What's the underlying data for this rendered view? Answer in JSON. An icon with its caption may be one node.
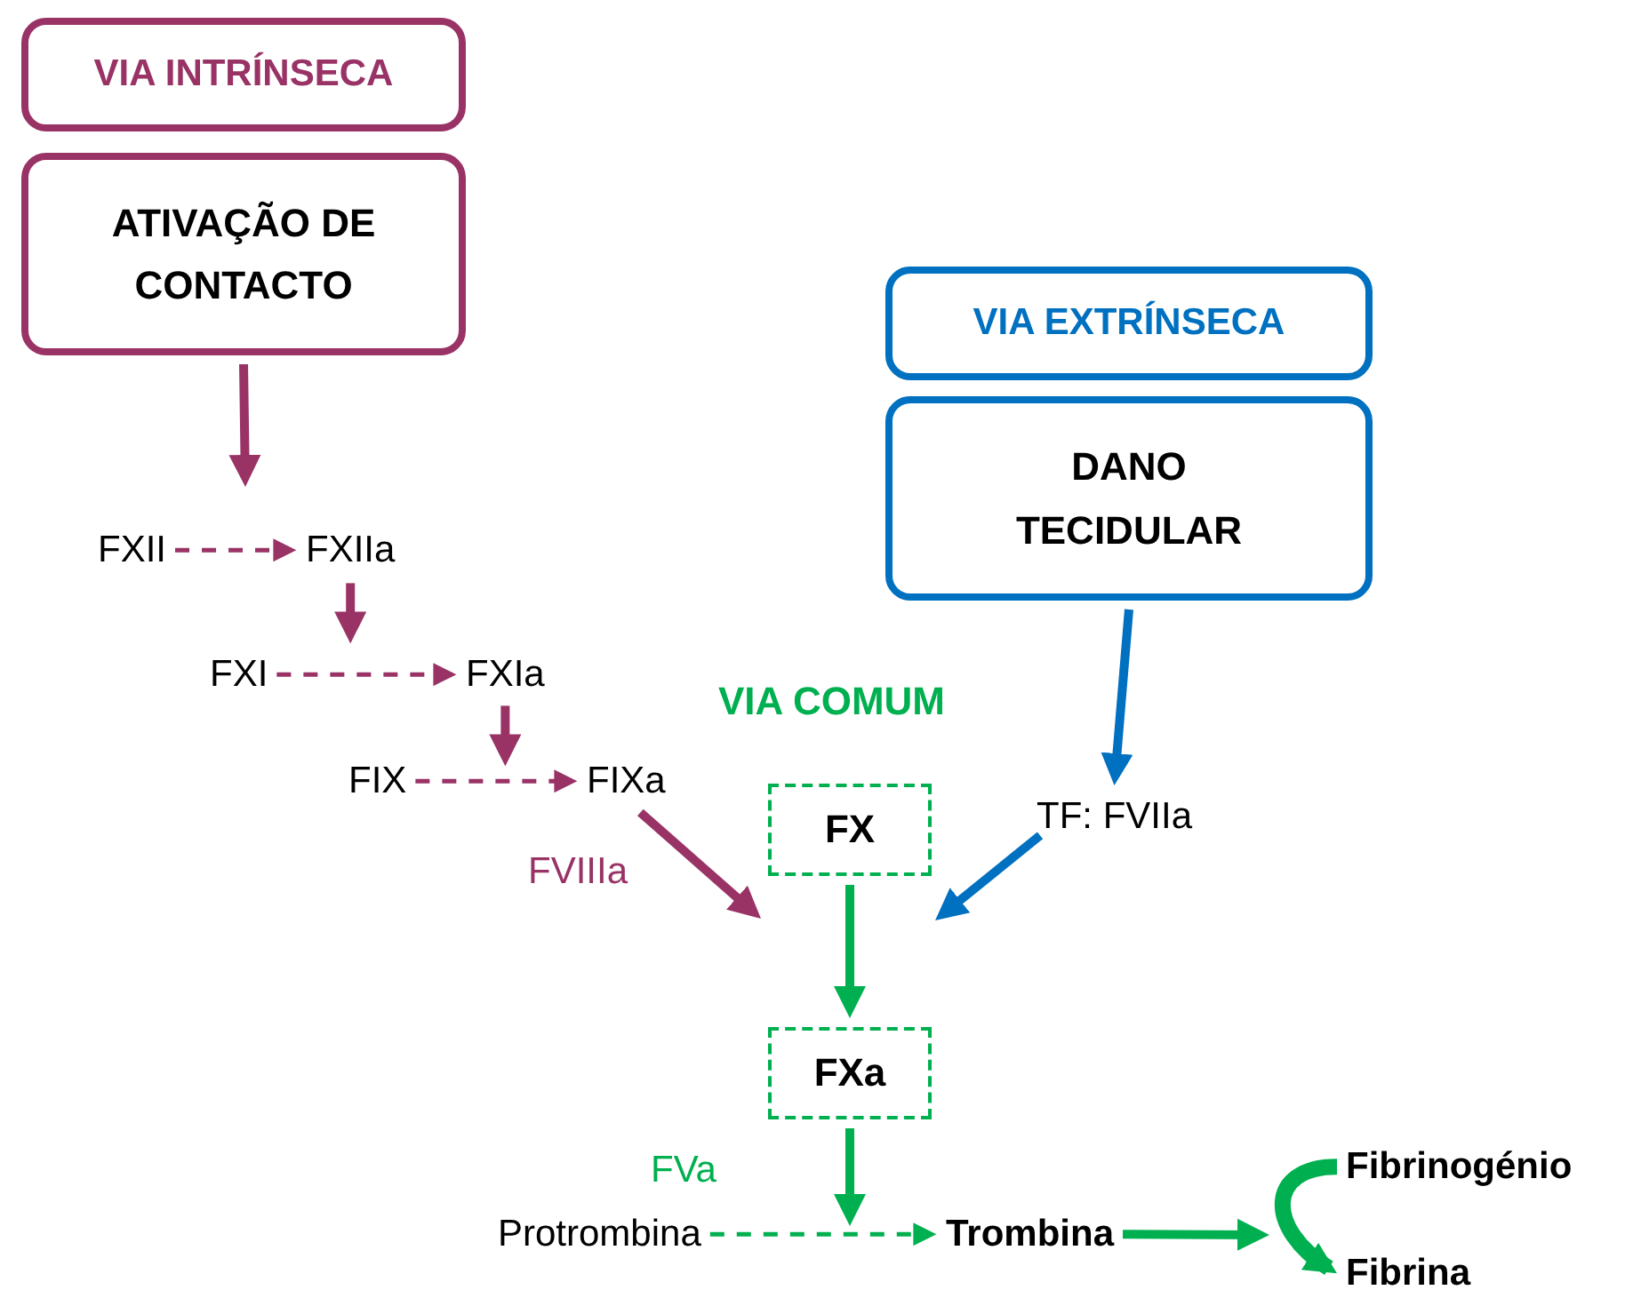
{
  "diagram": {
    "nodes": [
      {
        "text": [
          "VIA INTRÍNSECA"
        ]
      },
      {
        "text": [
          "ATIVAÇÃO DE CONTACTO"
        ]
      },
      {
        "text": [
          "FXII"
        ]
      },
      {
        "text": [
          "FXIIa"
        ]
      },
      {
        "text": [
          "FXI"
        ]
      },
      {
        "text": [
          "FXIa"
        ]
      },
      {
        "text": [
          "FIX"
        ]
      },
      {
        "text": [
          "FIXa"
        ]
      },
      {
        "text": [
          "VIA EXTRÍNSECA"
        ]
      },
      {
        "text": [
          "DANO TECIDULAR"
        ]
      },
      {
        "text": [
          "TF: FVIIa"
        ]
      },
      {
        "text": [
          "FX"
        ]
      },
      {
        "text": [
          "FXa"
        ]
      },
      {
        "text": [
          "Protrombina"
        ]
      },
      {
        "text": [
          "Trombina"
        ]
      },
      {
        "text": [
          "Fibrinogénio"
        ]
      },
      {
        "text": [
          "Fibrina"
        ]
      }
    ],
    "edges": [
      {
        "from": 1,
        "to": null,
        "arrow": "to"
      },
      {
        "from": 2,
        "to": 3,
        "arrow": "to",
        "style": "dashed"
      },
      {
        "from": 3,
        "to": null,
        "arrow": "to"
      },
      {
        "from": 4,
        "to": 5,
        "arrow": "to",
        "style": "dashed"
      },
      {
        "from": 5,
        "to": null,
        "arrow": "to"
      },
      {
        "from": 6,
        "to": 7,
        "arrow": "to",
        "style": "dashed"
      },
      {
        "from": 7,
        "to": 11,
        "arrow": "to"
      },
      {
        "from": 9,
        "to": 10,
        "arrow": "to",
        "color": "#0070c0"
      },
      {
        "from": 10,
        "to": 11,
        "arrow": "to",
        "color": "#0070c0"
      },
      {
        "from": 11,
        "to": 12,
        "arrow": "to",
        "color": "#00b050"
      },
      {
        "from": 12,
        "to": null,
        "arrow": "to",
        "color": "#00b050"
      },
      {
        "from": 13,
        "to": 14,
        "arrow": "to",
        "style": "dashed",
        "color": "#00b050"
      },
      {
        "from": 14,
        "to": null,
        "arrow": "to",
        "color": "#00b050"
      },
      {
        "from": 15,
        "to": 16,
        "arrow": "to",
        "style": "thick",
        "color": "#00b050"
      }
    ],
    "labels": [
      "VIA COMUM",
      "FVIIIa",
      "FVa"
    ]
  }
}
